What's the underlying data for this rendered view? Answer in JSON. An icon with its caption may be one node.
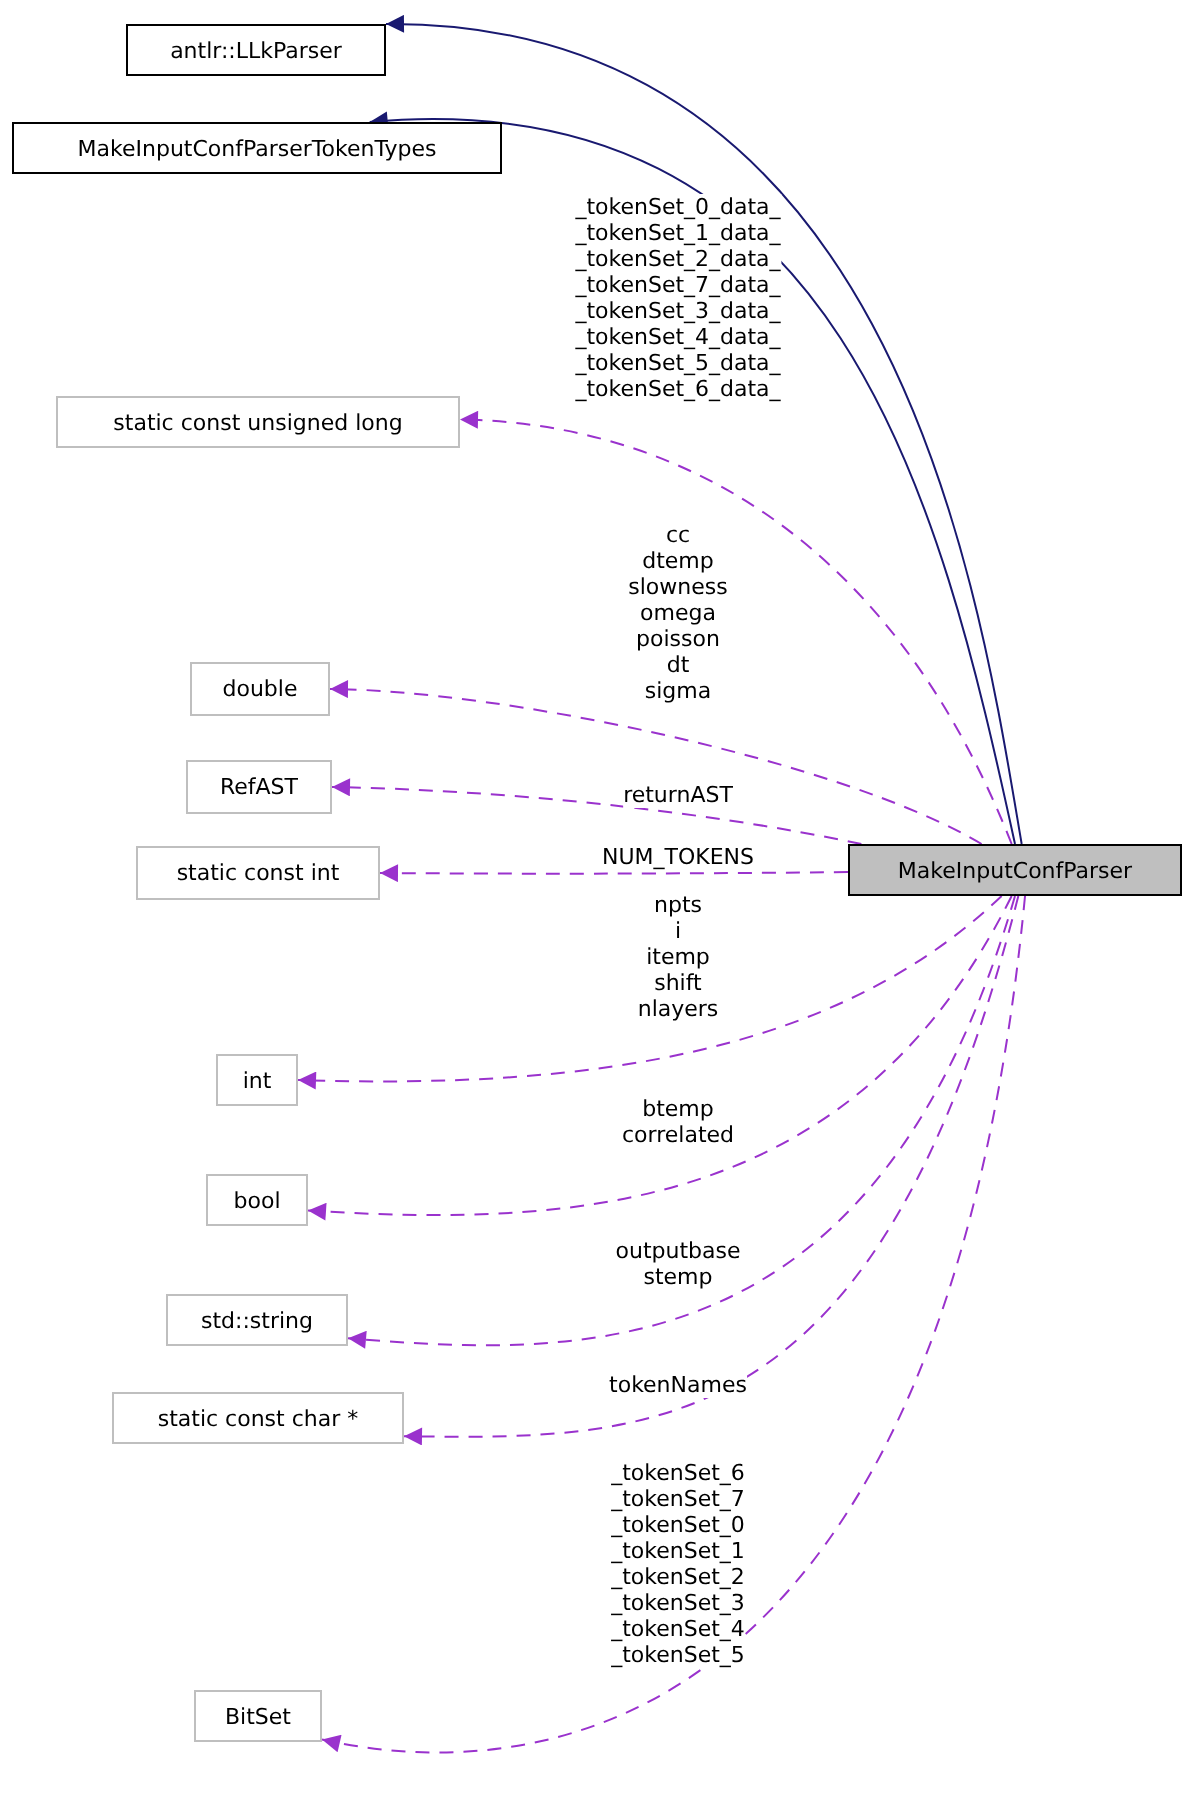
{
  "diagram": {
    "nodes": [
      {
        "text": [
          "antlr::LLkParser"
        ]
      },
      {
        "text": [
          "MakeInputConfParserTokenTypes"
        ]
      },
      {
        "text": [
          "static const unsigned long"
        ]
      },
      {
        "text": [
          "double"
        ]
      },
      {
        "text": [
          "RefAST"
        ]
      },
      {
        "text": [
          "static const int"
        ]
      },
      {
        "text": [
          "MakeInputConfParser"
        ]
      },
      {
        "text": [
          "int"
        ]
      },
      {
        "text": [
          "bool"
        ]
      },
      {
        "text": [
          "std::string"
        ]
      },
      {
        "text": [
          "static const char *"
        ]
      },
      {
        "text": [
          "BitSet"
        ]
      }
    ],
    "edges": [
      {
        "from": 6,
        "to": 0,
        "arrow": "to",
        "color": "#191970"
      },
      {
        "from": 6,
        "to": 1,
        "arrow": "to",
        "color": "#191970"
      },
      {
        "from": 6,
        "to": 2,
        "arrow": "to",
        "style": "dashed",
        "label": "_tokenSet_0_data_ _tokenSet_1_data_ _tokenSet_2_data_ _tokenSet_7_data_ _tokenSet_3_data_ _tokenSet_4_data_ _tokenSet_5_data_ _tokenSet_6_data_"
      },
      {
        "from": 6,
        "to": 3,
        "arrow": "to",
        "style": "dashed",
        "label": "cc dtemp slowness omega poisson dt sigma"
      },
      {
        "from": 6,
        "to": 4,
        "arrow": "to",
        "style": "dashed",
        "label": "returnAST"
      },
      {
        "from": 6,
        "to": 5,
        "arrow": "to",
        "style": "dashed",
        "label": "NUM_TOKENS"
      },
      {
        "from": 6,
        "to": 7,
        "arrow": "to",
        "style": "dashed",
        "label": "npts i itemp shift nlayers"
      },
      {
        "from": 6,
        "to": 8,
        "arrow": "to",
        "style": "dashed",
        "label": "btemp correlated"
      },
      {
        "from": 6,
        "to": 9,
        "arrow": "to",
        "style": "dashed",
        "label": "outputbase stemp"
      },
      {
        "from": 6,
        "to": 10,
        "arrow": "to",
        "style": "dashed",
        "label": "tokenNames"
      },
      {
        "from": 6,
        "to": 11,
        "arrow": "to",
        "style": "dashed",
        "label": "_tokenSet_6 _tokenSet_7 _tokenSet_0 _tokenSet_1 _tokenSet_2 _tokenSet_3 _tokenSet_4 _tokenSet_5"
      }
    ]
  }
}
